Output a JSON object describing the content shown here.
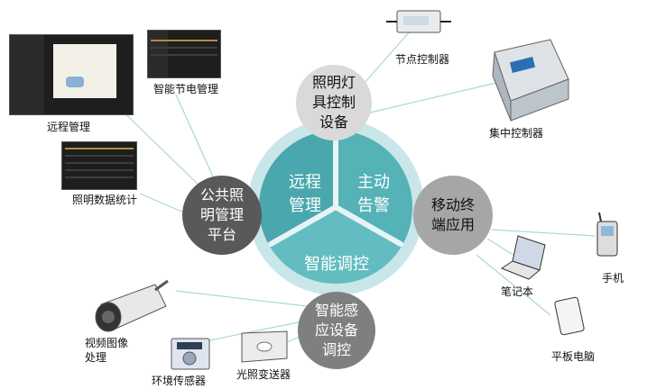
{
  "hub": {
    "segments": [
      "远程\n管理",
      "主动\n告警",
      "智能调控"
    ]
  },
  "nodes": {
    "lighting_device": "照明灯\n具控制\n设备",
    "mobile_app": "移动终\n端应用",
    "sensing_device": "智能感\n应设备\n调控",
    "public_platform": "公共照\n明管理\n平台"
  },
  "labels": {
    "node_controller": "节点控制器",
    "central_controller": "集中控制器",
    "energy_management": "智能节电管理",
    "remote_management": "远程管理",
    "lighting_stats": "照明数据统计",
    "mobile_phone": "手机",
    "notebook": "笔记本",
    "tablet": "平板电脑",
    "video_processing": "视频图像\n处理",
    "env_sensor": "环境传感器",
    "light_transmitter": "光照变送器"
  },
  "colors": {
    "hub_dark": "#4aa7ad",
    "hub_mid": "#63bcc0",
    "hub_ring": "#c9e6e8",
    "node_light": "#d9d9d9",
    "node_mid": "#a6a6a6",
    "node_dark": "#595959",
    "connector": "#a9d7da"
  }
}
